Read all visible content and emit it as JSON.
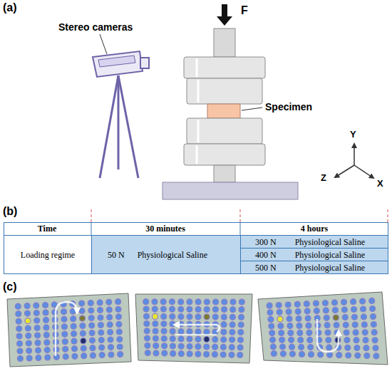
{
  "diagram": {
    "nodes": [
      {
        "text": [
          "Loading regime"
        ]
      },
      {
        "text": [
          "50 N",
          "Physiological Saline"
        ]
      },
      {
        "text": [
          "300 N",
          "Physiological Saline"
        ]
      },
      {
        "text": [
          "400 N",
          "Physiological Saline"
        ]
      },
      {
        "text": [
          "500 N",
          "Physiological Saline"
        ]
      }
    ],
    "labels": [
      "(a)",
      "Stereo cameras",
      "F",
      "Specimen",
      "Y",
      "Z",
      "X",
      "(b)",
      "Time",
      "30 minutes",
      "4 hours",
      "(c)"
    ]
  }
}
